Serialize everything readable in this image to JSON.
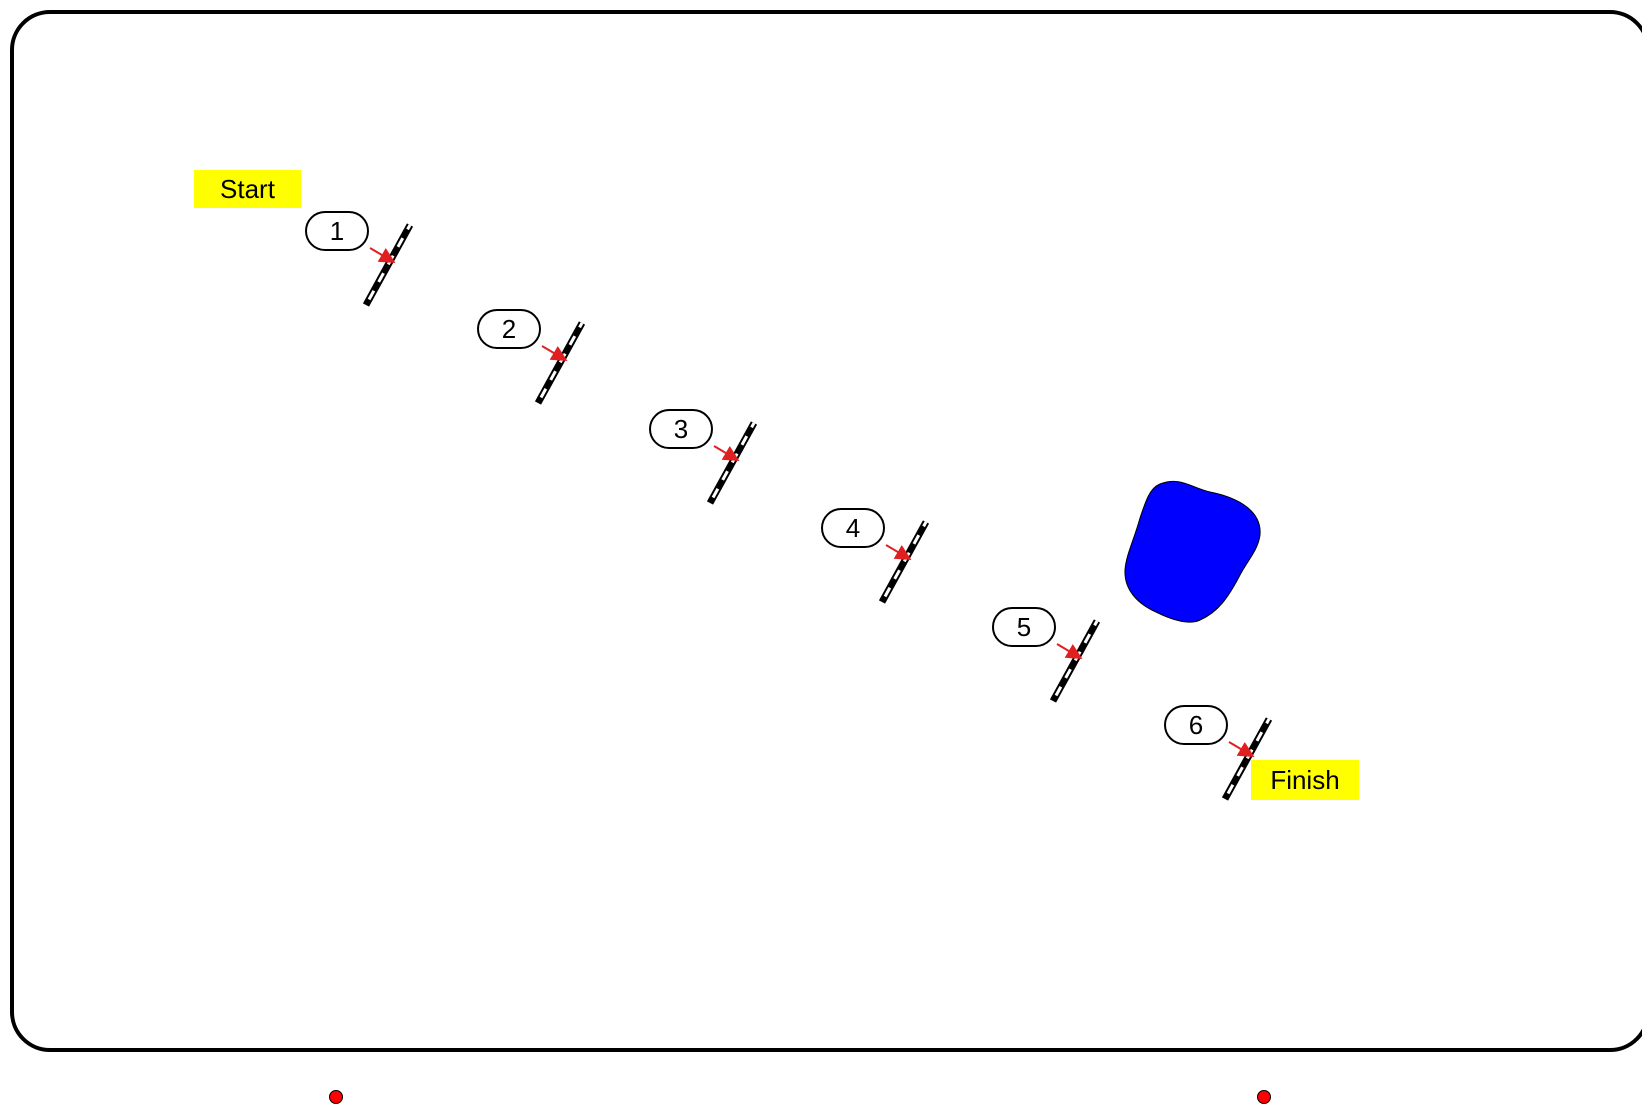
{
  "course": {
    "start_label": "Start",
    "finish_label": "Finish",
    "gates": [
      "1",
      "2",
      "3",
      "4",
      "5",
      "6"
    ]
  },
  "colors": {
    "label_bg": "#ffff00",
    "obstacle": "#0000ff",
    "arrow": "#e02020",
    "marker": "#ff0000",
    "border": "#000000"
  }
}
